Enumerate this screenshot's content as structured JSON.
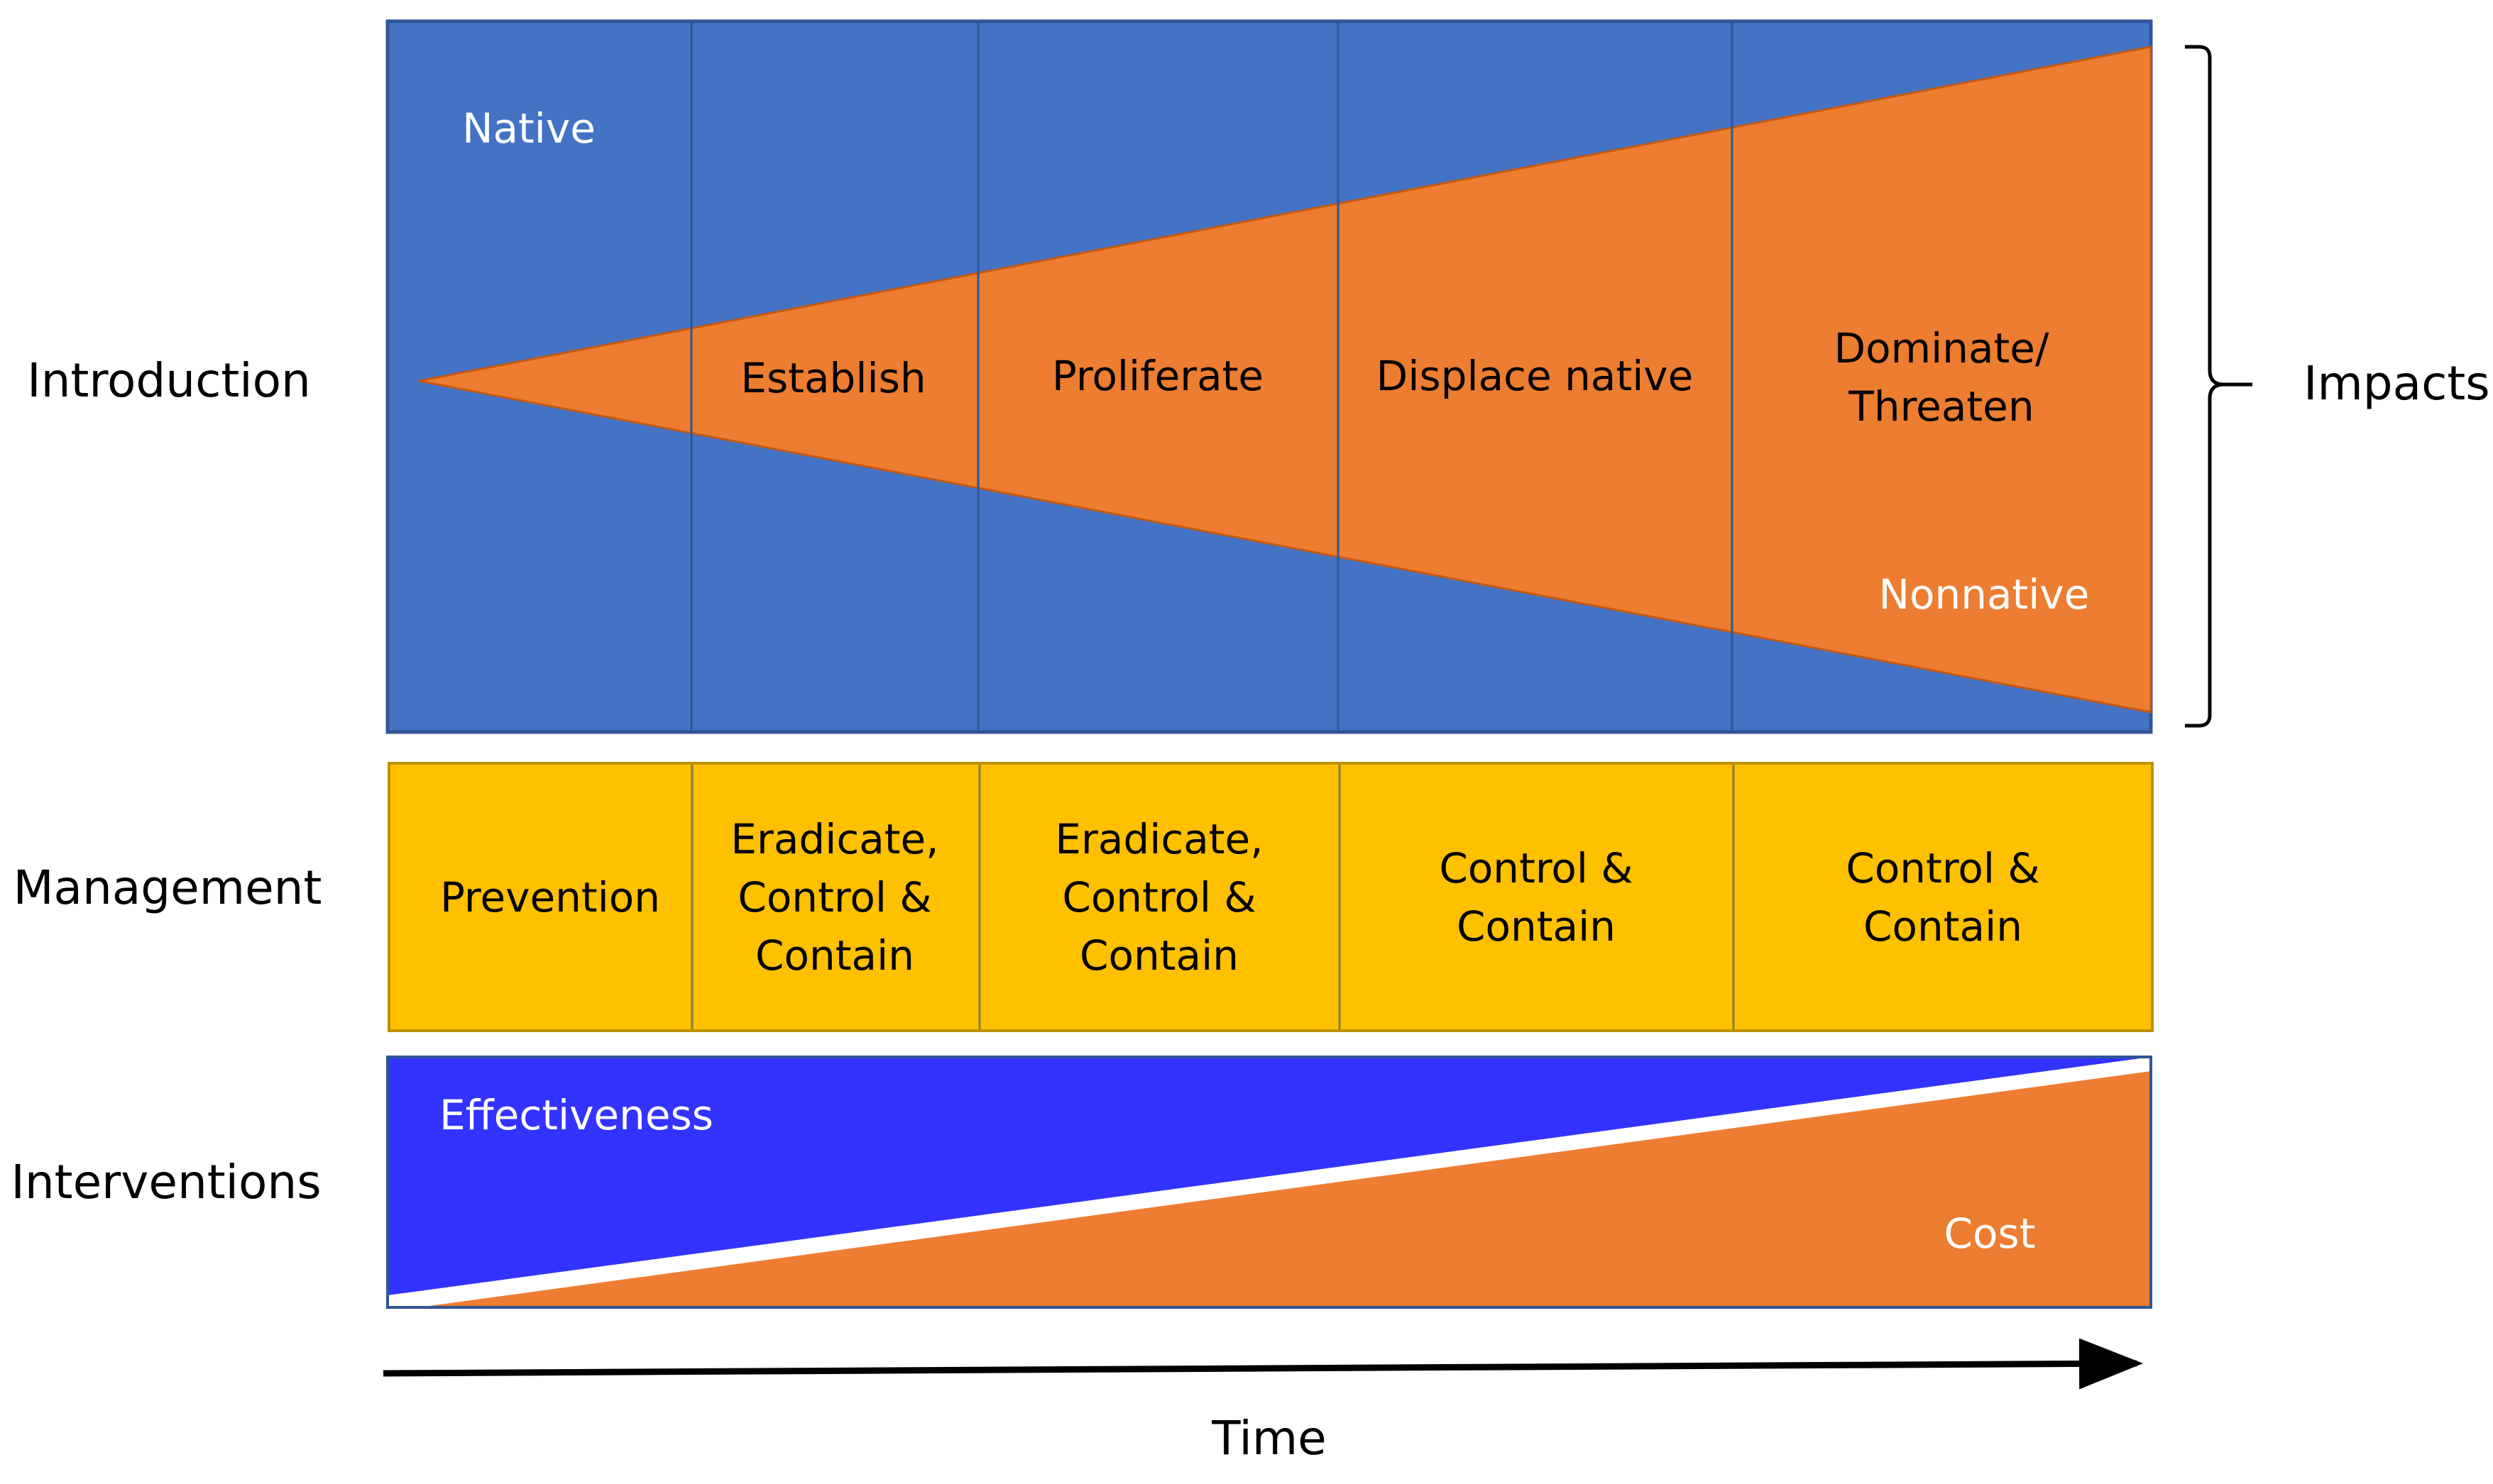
{
  "row_labels": {
    "introduction": "Introduction",
    "management": "Management",
    "interventions": "Interventions"
  },
  "introduction": {
    "native_label": "Native",
    "nonnative_label": "Nonnative",
    "stages": [
      {
        "lines": [
          "Establish"
        ]
      },
      {
        "lines": [
          "Proliferate"
        ]
      },
      {
        "lines": [
          "Displace native"
        ]
      },
      {
        "lines": [
          "Dominate/",
          "Threaten"
        ]
      }
    ]
  },
  "impacts_label": "Impacts",
  "management": {
    "cells": [
      {
        "lines": [
          "Prevention"
        ]
      },
      {
        "lines": [
          "Eradicate,",
          "Control &",
          "Contain"
        ]
      },
      {
        "lines": [
          "Eradicate,",
          "Control &",
          "Contain"
        ]
      },
      {
        "lines": [
          "Control &",
          "Contain"
        ]
      },
      {
        "lines": [
          "Control &",
          "Contain"
        ]
      }
    ]
  },
  "interventions": {
    "effectiveness_label": "Effectiveness",
    "cost_label": "Cost"
  },
  "time_label": "Time",
  "colors": {
    "native_blue": "#4472C4",
    "nonnative_orange": "#ED7D31",
    "management_gold": "#FFC000",
    "effectiveness_blue": "#3333FF",
    "cost_orange": "#ED7D31",
    "border_blue": "#2F5597",
    "border_gold": "#BF9000"
  }
}
